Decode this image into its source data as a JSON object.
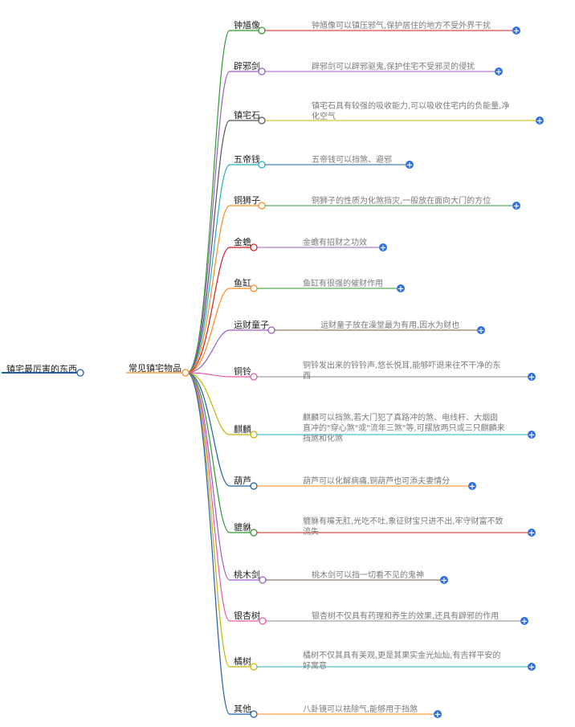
{
  "root": {
    "label": "镇宅最厉害的东西",
    "color": "#1f5fa8"
  },
  "main": {
    "label": "常见镇宅物品",
    "color": "#ff8a1e"
  },
  "branches": [
    {
      "name": "钟馗像",
      "color": "#2e9a2e",
      "desc": [
        "钟馗像可以镇压邪气,保护居住的地方不受外界干扰"
      ],
      "desc_color": "#cc1f1f"
    },
    {
      "name": "辟邪剑",
      "color": "#9a5fc0",
      "desc": [
        "辟邪剑可以辟邪驱鬼,保护住宅不受邪灵的侵扰"
      ],
      "desc_color": "#9a5fc0"
    },
    {
      "name": "镇宅石",
      "color": "#555555",
      "desc": [
        "镇宅石具有较强的吸收能力,可以吸收住宅内的负能量,净",
        "化空气"
      ],
      "desc_color": "#c8b400"
    },
    {
      "name": "五帝钱",
      "color": "#1fb0c8",
      "desc": [
        "五帝钱可以挡煞、避邪"
      ],
      "desc_color": "#1f5fa8"
    },
    {
      "name": "铜狮子",
      "color": "#ff8a1e",
      "desc": [
        "铜狮子的性质为化煞挡灾,一般放在面向大门的方位"
      ],
      "desc_color": "#2e9a2e"
    },
    {
      "name": "金蟾",
      "color": "#cc1f1f",
      "desc": [
        "金蟾有招财之功效"
      ],
      "desc_color": "#9a5fc0"
    },
    {
      "name": "鱼缸",
      "color": "#ff8a1e",
      "desc": [
        "鱼缸有很强的催财作用"
      ],
      "desc_color": "#2e9a2e"
    },
    {
      "name": "运财童子",
      "color": "#9a5fc0",
      "desc": [
        "运财童子放在澡堂最为有用,因水为财也"
      ],
      "desc_color": "#7a5a3a"
    },
    {
      "name": "铜铃",
      "color": "#e85aa8",
      "desc": [
        "铜铃发出来的铃铃声,悠长悦耳,能够吓退来往不干净的东",
        "西"
      ],
      "desc_color": "#888888"
    },
    {
      "name": "麒麟",
      "color": "#c8b400",
      "desc": [
        "麒麟可以挡煞,若大门犯了真路冲的煞、电线杆、大烟囱",
        "直冲的\"穿心煞\"或\"流年三煞\"等,可摆放两只或三只麒麟来",
        "挡煞和化煞"
      ],
      "desc_color": "#1fb0c8"
    },
    {
      "name": "葫芦",
      "color": "#1f5fa8",
      "desc": [
        "葫芦可以化解病痛,铜葫芦也可添夫妻情分"
      ],
      "desc_color": "#ff8a1e"
    },
    {
      "name": "貔貅",
      "color": "#2e9a2e",
      "desc": [
        "貔貅有嘴无肛,光吃不吐,象征财宝只进不出,牢守财富不致",
        "流失"
      ],
      "desc_color": "#cc1f1f"
    },
    {
      "name": "桃木剑",
      "color": "#9a5fc0",
      "desc": [
        "桃木剑可以挡一切看不见的鬼神"
      ],
      "desc_color": "#7a5a3a"
    },
    {
      "name": "银杏树",
      "color": "#e85aa8",
      "desc": [
        "银杏树不仅具有药理和养生的效果,还具有辟邪的作用"
      ],
      "desc_color": "#888888"
    },
    {
      "name": "橘树",
      "color": "#c8b400",
      "desc": [
        "橘树不仅其具有美观,更是其果实金光灿灿,有吉祥平安的",
        "好寓意"
      ],
      "desc_color": "#1fb0c8"
    },
    {
      "name": "其他",
      "color": "#1f5fa8",
      "desc": [
        "八卦镜可以祛除气,能够用于挡煞"
      ],
      "desc_color": "#ff8a1e"
    }
  ],
  "expand_symbol": "+"
}
